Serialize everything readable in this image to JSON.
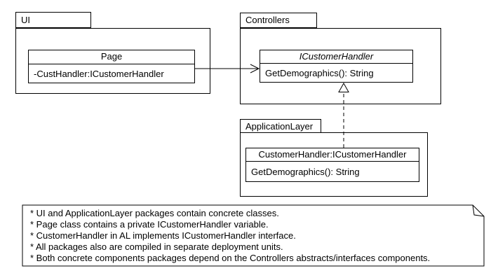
{
  "packages": {
    "ui": {
      "label": "UI"
    },
    "controllers": {
      "label": "Controllers"
    },
    "application_layer": {
      "label": "ApplicationLayer"
    }
  },
  "classes": {
    "page": {
      "name": "Page",
      "attribute": "-CustHandler:ICustomerHandler"
    },
    "icustomerhandler": {
      "name": "ICustomerHandler",
      "kind": "interface",
      "method": "GetDemographics(): String"
    },
    "customerhandler": {
      "name": "CustomerHandler:ICustomerHandler",
      "method": "GetDemographics(): String"
    }
  },
  "relationships": [
    {
      "type": "association",
      "from": "Page",
      "to": "ICustomerHandler",
      "line": "solid",
      "head": "open-arrow"
    },
    {
      "type": "realization",
      "from": "CustomerHandler:ICustomerHandler",
      "to": "ICustomerHandler",
      "line": "dashed",
      "head": "hollow-triangle"
    }
  ],
  "note": {
    "lines": [
      "* UI and ApplicationLayer packages contain concrete classes.",
      "* Page class contains a private ICustomerHandler variable.",
      "* CustomerHandler in AL implements ICustomerHandler interface.",
      "* All packages also are compiled in separate deployment units.",
      "* Both concrete components packages depend on the Controllers abstracts/interfaces components."
    ]
  },
  "colors": {
    "line": "#000000",
    "background": "#ffffff",
    "shape_fill": "#ffffff"
  }
}
